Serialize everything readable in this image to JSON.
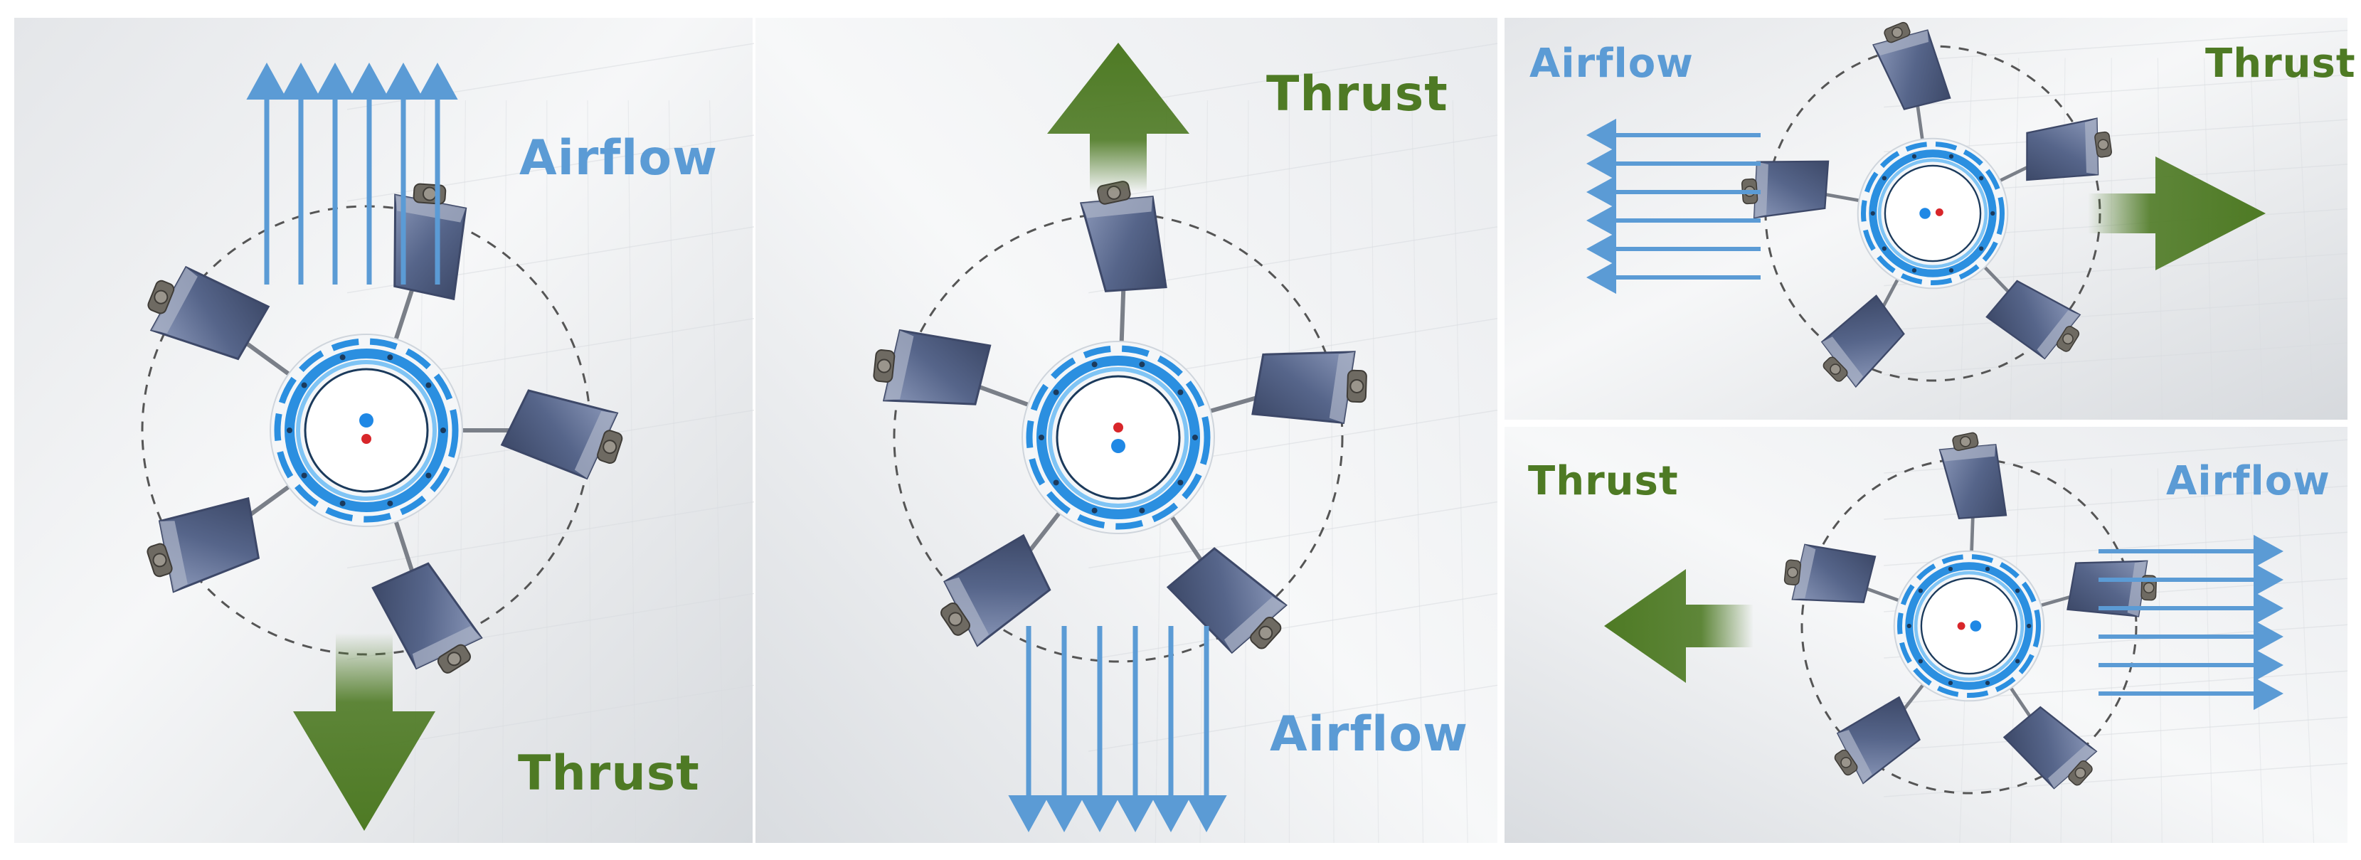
{
  "colors": {
    "airflow": "#5b9bd5",
    "thrust": "#4e7a24",
    "ring_blue": "#2b8fe0",
    "ring_light": "#7fc4f5",
    "blade": "#5b6b90",
    "blade_dark": "#3d4868",
    "hub_white": "#f4f6f8",
    "dot_blue": "#1f88e5",
    "dot_red": "#d8262a",
    "dashed_orbit": "#555555",
    "grid_line": "#d9dce0"
  },
  "panels": [
    {
      "id": "panel-1",
      "airflow_label": "Airflow",
      "thrust_label": "Thrust",
      "airflow_direction": "up",
      "thrust_direction": "down"
    },
    {
      "id": "panel-2",
      "airflow_label": "Airflow",
      "thrust_label": "Thrust",
      "airflow_direction": "down",
      "thrust_direction": "up"
    },
    {
      "id": "panel-3",
      "airflow_label": "Airflow",
      "thrust_label": "Thrust",
      "airflow_direction": "left",
      "thrust_direction": "right"
    },
    {
      "id": "panel-4",
      "airflow_label": "Airflow",
      "thrust_label": "Thrust",
      "airflow_direction": "right",
      "thrust_direction": "left"
    }
  ]
}
